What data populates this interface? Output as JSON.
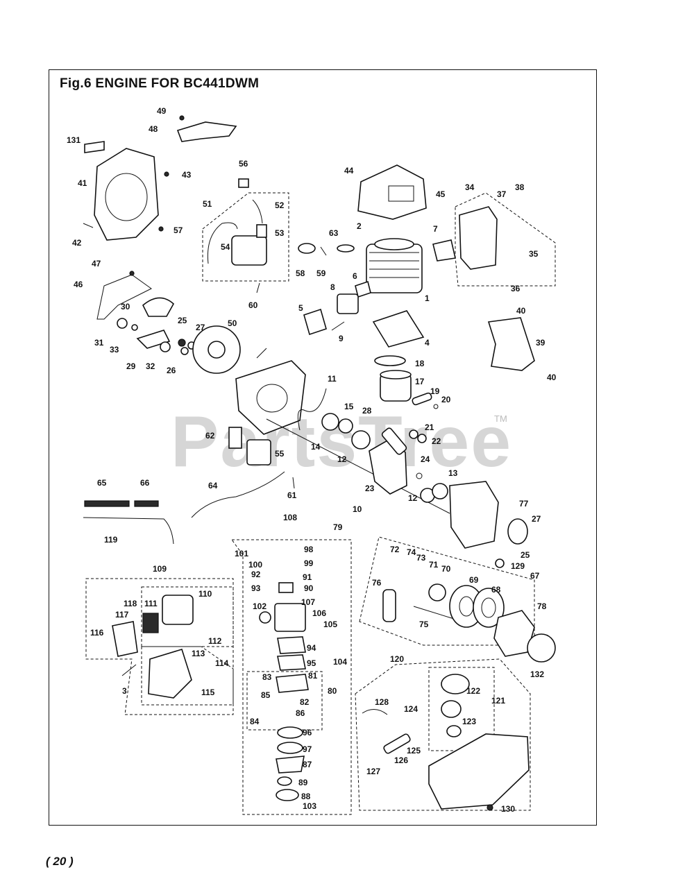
{
  "title": "Fig.6  ENGINE FOR BC441DWM",
  "page_number": "( 20 )",
  "watermark": "PartsTree",
  "watermark_tm": "TM",
  "part_labels": {
    "p1": "1",
    "p2": "2",
    "p3": "3",
    "p4": "4",
    "p5": "5",
    "p6": "6",
    "p7": "7",
    "p8": "8",
    "p9": "9",
    "p10": "10",
    "p11": "11",
    "p12a": "12",
    "p12b": "12",
    "p13": "13",
    "p14": "14",
    "p15": "15",
    "p17": "17",
    "p18": "18",
    "p19": "19",
    "p20": "20",
    "p21": "21",
    "p22": "22",
    "p23": "23",
    "p24": "24",
    "p25a": "25",
    "p25b": "25",
    "p26": "26",
    "p27a": "27",
    "p27b": "27",
    "p28": "28",
    "p29": "29",
    "p30": "30",
    "p31": "31",
    "p32": "32",
    "p33": "33",
    "p34": "34",
    "p35": "35",
    "p36": "36",
    "p37": "37",
    "p38": "38",
    "p39": "39",
    "p40a": "40",
    "p40b": "40",
    "p41": "41",
    "p42": "42",
    "p43": "43",
    "p44": "44",
    "p45": "45",
    "p46": "46",
    "p47": "47",
    "p48": "48",
    "p49": "49",
    "p50": "50",
    "p51": "51",
    "p52": "52",
    "p53": "53",
    "p54": "54",
    "p55": "55",
    "p56": "56",
    "p57": "57",
    "p58": "58",
    "p59": "59",
    "p60": "60",
    "p61": "61",
    "p62": "62",
    "p63": "63",
    "p64": "64",
    "p65": "65",
    "p66": "66",
    "p67": "67",
    "p68": "68",
    "p69": "69",
    "p70": "70",
    "p71": "71",
    "p72": "72",
    "p73": "73",
    "p74": "74",
    "p75": "75",
    "p76": "76",
    "p77": "77",
    "p78": "78",
    "p79": "79",
    "p80": "80",
    "p81": "81",
    "p82": "82",
    "p83": "83",
    "p84": "84",
    "p85": "85",
    "p86": "86",
    "p87": "87",
    "p88": "88",
    "p89": "89",
    "p90": "90",
    "p91": "91",
    "p92": "92",
    "p93": "93",
    "p94": "94",
    "p95": "95",
    "p96": "96",
    "p97": "97",
    "p98": "98",
    "p99": "99",
    "p100": "100",
    "p101": "101",
    "p102": "102",
    "p103": "103",
    "p104": "104",
    "p105": "105",
    "p106": "106",
    "p107": "107",
    "p108": "108",
    "p109": "109",
    "p110": "110",
    "p111": "111",
    "p112": "112",
    "p113": "113",
    "p114": "114",
    "p115": "115",
    "p116": "116",
    "p117": "117",
    "p118": "118",
    "p119": "119",
    "p120": "120",
    "p121": "121",
    "p122": "122",
    "p123": "123",
    "p124": "124",
    "p125": "125",
    "p126": "126",
    "p127": "127",
    "p128": "128",
    "p129": "129",
    "p130": "130",
    "p131": "131",
    "p132": "132"
  }
}
